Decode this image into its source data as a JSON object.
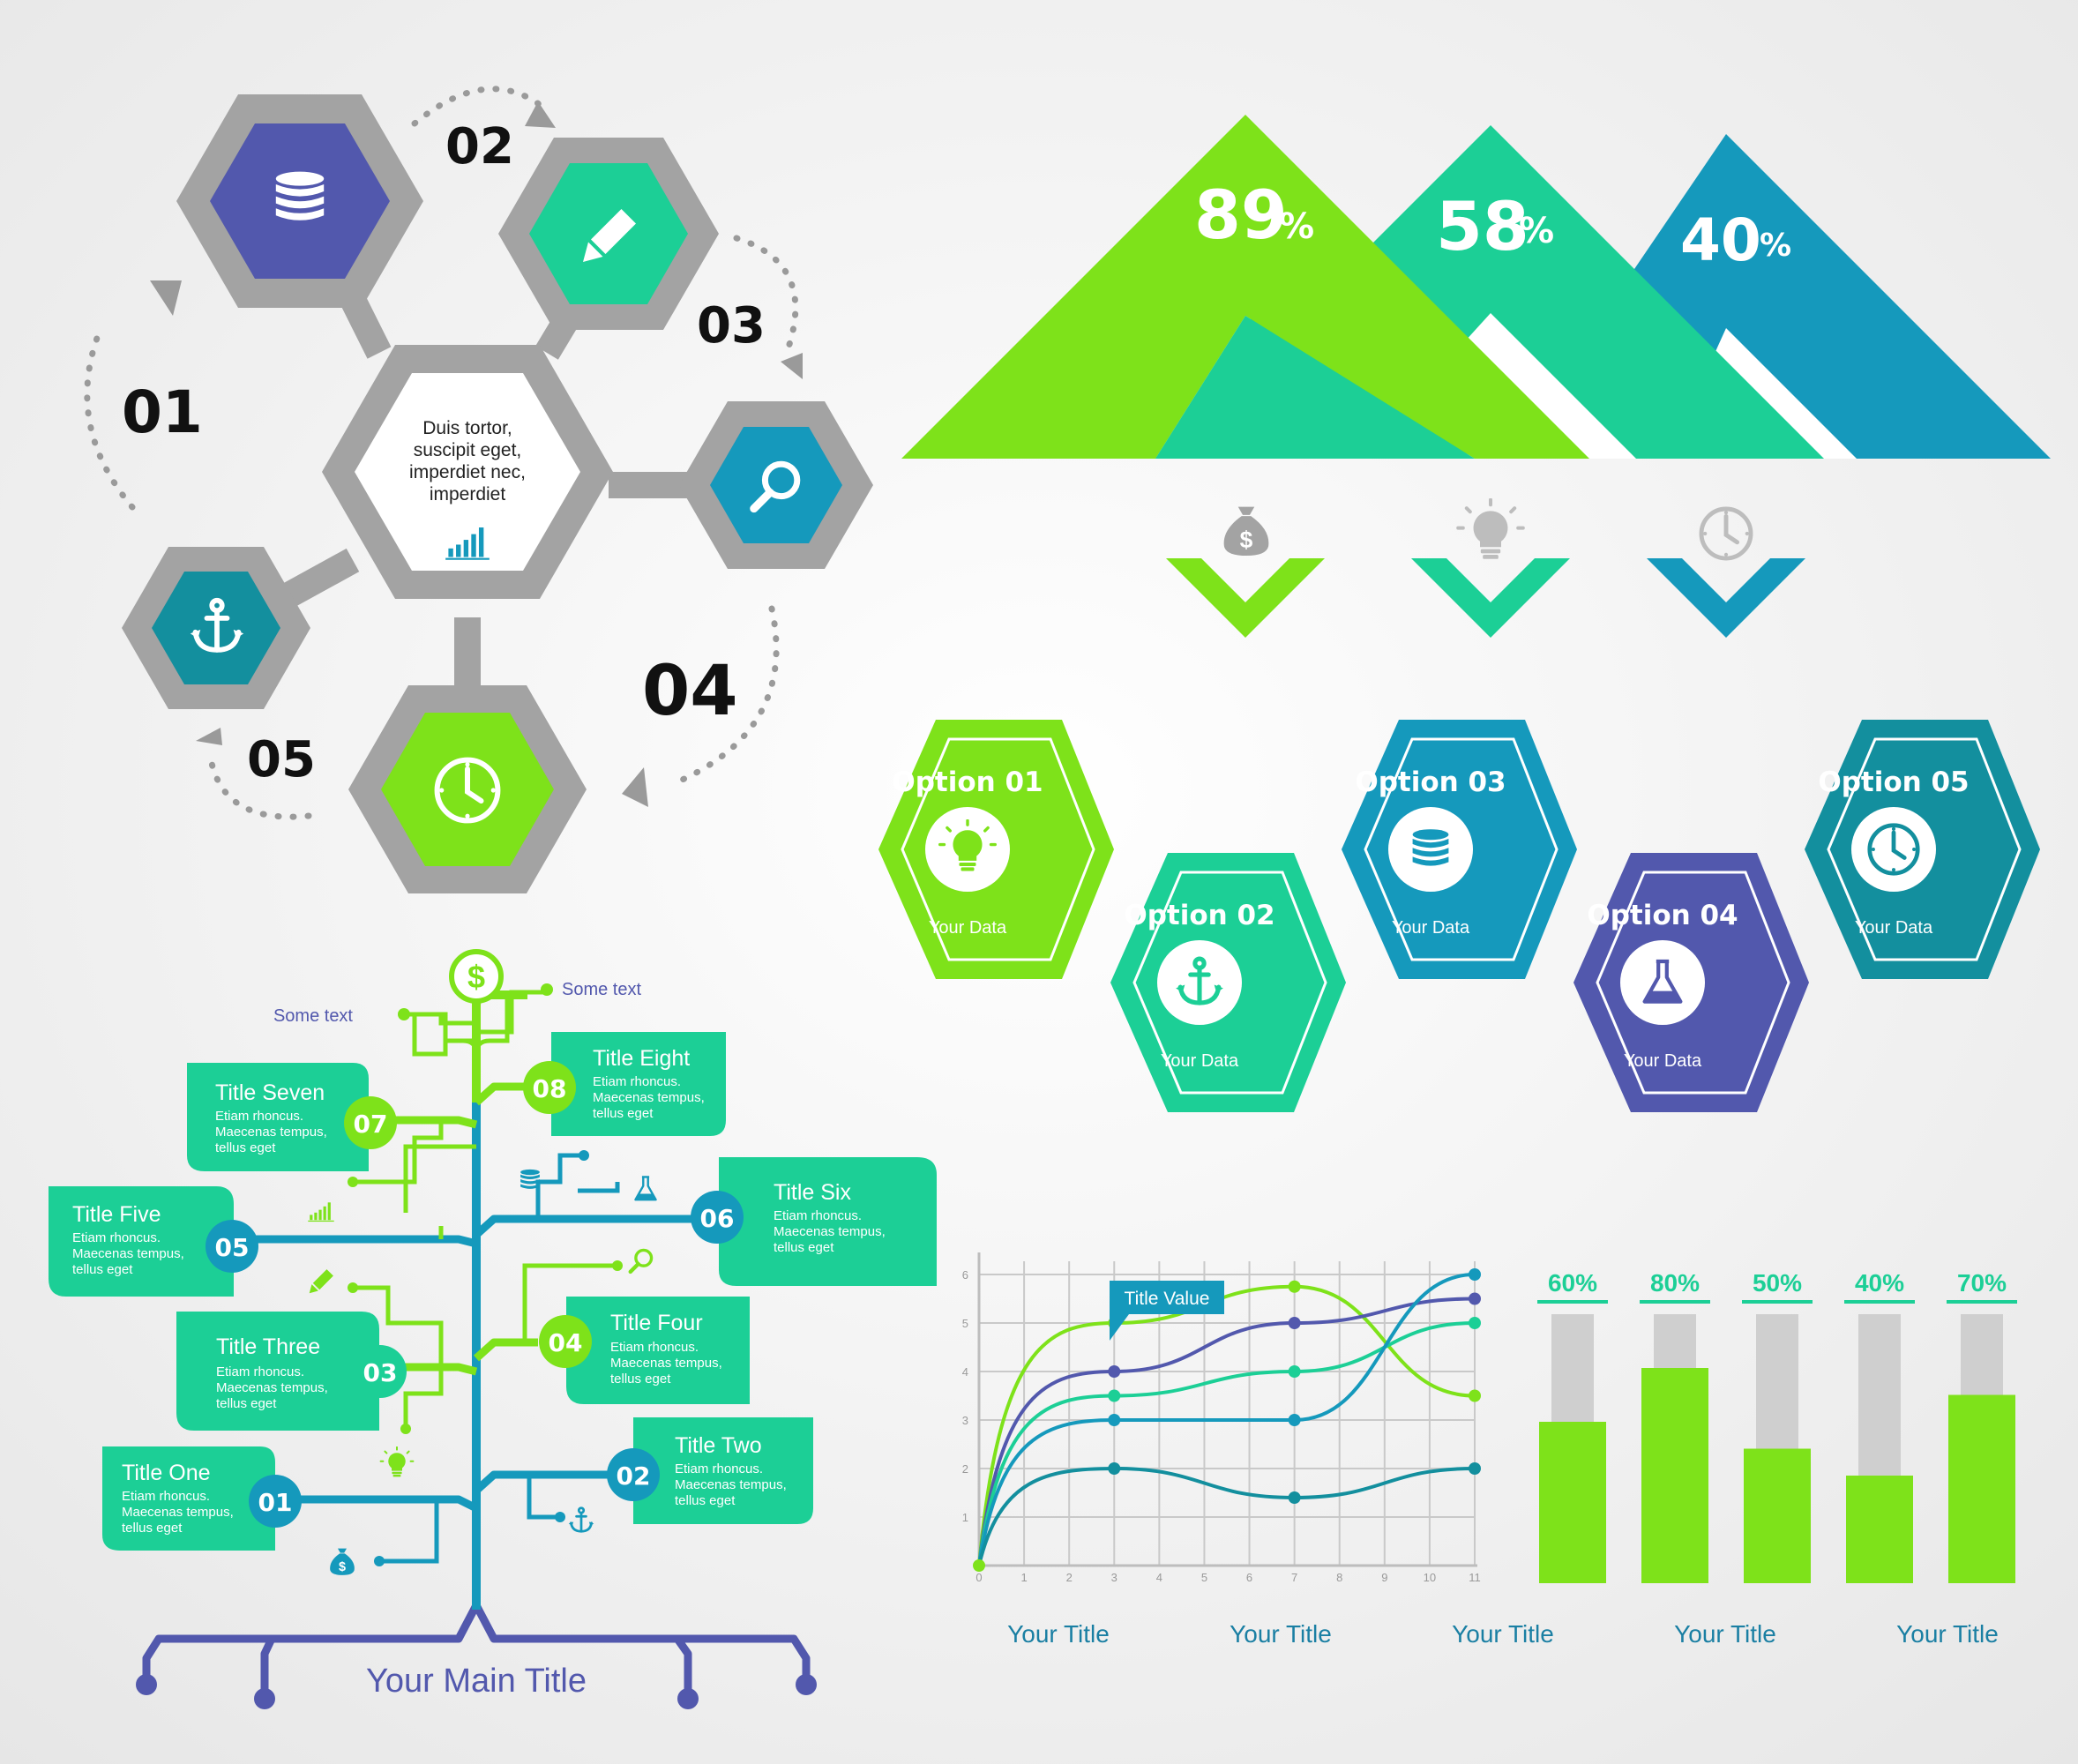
{
  "colors": {
    "lime": "#7ee21a",
    "green": "#1ccf96",
    "teal": "#1599bc",
    "darkteal": "#138f9e",
    "purple": "#5258ad",
    "gray": "#a3a3a3"
  },
  "hex_cycle": {
    "center_text": [
      "Duis tortor,",
      "suscipit eget,",
      "imperdiet nec,",
      "imperdiet"
    ],
    "steps": [
      {
        "number": "01",
        "icon": "database-icon"
      },
      {
        "number": "02",
        "icon": "pencil-icon"
      },
      {
        "number": "03",
        "icon": "magnifier-icon"
      },
      {
        "number": "04",
        "icon": "clock-icon"
      },
      {
        "number": "05",
        "icon": "anchor-icon"
      }
    ]
  },
  "mountains": [
    {
      "percent": "89",
      "unit": "%",
      "icon": "money-bag-icon"
    },
    {
      "percent": "58",
      "unit": "%",
      "icon": "lightbulb-icon"
    },
    {
      "percent": "40",
      "unit": "%",
      "icon": "clock-icon"
    }
  ],
  "options": [
    {
      "title": "Option 01",
      "label": "Your Data",
      "icon": "lightbulb-icon"
    },
    {
      "title": "Option 02",
      "label": "Your Data",
      "icon": "anchor-icon"
    },
    {
      "title": "Option 03",
      "label": "Your Data",
      "icon": "database-icon"
    },
    {
      "title": "Option 04",
      "label": "Your Data",
      "icon": "flask-icon"
    },
    {
      "title": "Option 05",
      "label": "Your Data",
      "icon": "clock-icon"
    }
  ],
  "tree": {
    "main_title": "Your Main Title",
    "some_text_left": "Some text",
    "some_text_right": "Some text",
    "items": [
      {
        "num": "01",
        "title": "Title One",
        "body": [
          "Etiam rhoncus.",
          "Maecenas tempus,",
          "tellus eget"
        ]
      },
      {
        "num": "02",
        "title": "Title Two",
        "body": [
          "Etiam rhoncus.",
          "Maecenas tempus,",
          "tellus eget"
        ]
      },
      {
        "num": "03",
        "title": "Title Three",
        "body": [
          "Etiam rhoncus.",
          "Maecenas tempus,",
          "tellus eget"
        ]
      },
      {
        "num": "04",
        "title": "Title Four",
        "body": [
          "Etiam rhoncus.",
          "Maecenas tempus,",
          "tellus eget"
        ]
      },
      {
        "num": "05",
        "title": "Title Five",
        "body": [
          "Etiam rhoncus.",
          "Maecenas tempus,",
          "tellus eget"
        ]
      },
      {
        "num": "06",
        "title": "Title Six",
        "body": [
          "Etiam rhoncus.",
          "Maecenas tempus,",
          "tellus eget"
        ]
      },
      {
        "num": "07",
        "title": "Title Seven",
        "body": [
          "Etiam rhoncus.",
          "Maecenas tempus,",
          "tellus eget"
        ]
      },
      {
        "num": "08",
        "title": "Title Eight",
        "body": [
          "Etiam rhoncus.",
          "Maecenas tempus,",
          "tellus eget"
        ]
      }
    ]
  },
  "chart_data": [
    {
      "type": "line",
      "callout": "Title Value",
      "x": [
        0,
        1,
        2,
        3,
        4,
        5,
        6,
        7,
        8,
        9,
        10,
        11
      ],
      "ylim": [
        0,
        6
      ],
      "xlim": [
        0,
        11
      ],
      "y_ticks": [
        1,
        2,
        3,
        4,
        5,
        6
      ],
      "series": [
        {
          "color": "#7ee21a",
          "points": [
            [
              0,
              0
            ],
            [
              3,
              5
            ],
            [
              7,
              5.75
            ],
            [
              11,
              3.5
            ]
          ]
        },
        {
          "color": "#5258ad",
          "points": [
            [
              0,
              0
            ],
            [
              3,
              4
            ],
            [
              7,
              5
            ],
            [
              11,
              5.5
            ]
          ]
        },
        {
          "color": "#1ccf96",
          "points": [
            [
              0,
              0
            ],
            [
              3,
              3.5
            ],
            [
              7,
              4
            ],
            [
              11,
              5
            ]
          ]
        },
        {
          "color": "#1599bc",
          "points": [
            [
              0,
              0
            ],
            [
              3,
              3
            ],
            [
              7,
              3
            ],
            [
              11,
              6
            ]
          ]
        },
        {
          "color": "#138f9e",
          "points": [
            [
              0,
              0
            ],
            [
              3,
              2
            ],
            [
              7,
              1.4
            ],
            [
              11,
              2
            ]
          ]
        }
      ]
    },
    {
      "type": "bar",
      "labels": [
        "60%",
        "80%",
        "50%",
        "40%",
        "70%"
      ],
      "values": [
        60,
        80,
        50,
        40,
        70
      ],
      "ylim": [
        0,
        100
      ]
    }
  ],
  "bottom_titles": [
    "Your Title",
    "Your Title",
    "Your Title",
    "Your Title",
    "Your Title"
  ]
}
